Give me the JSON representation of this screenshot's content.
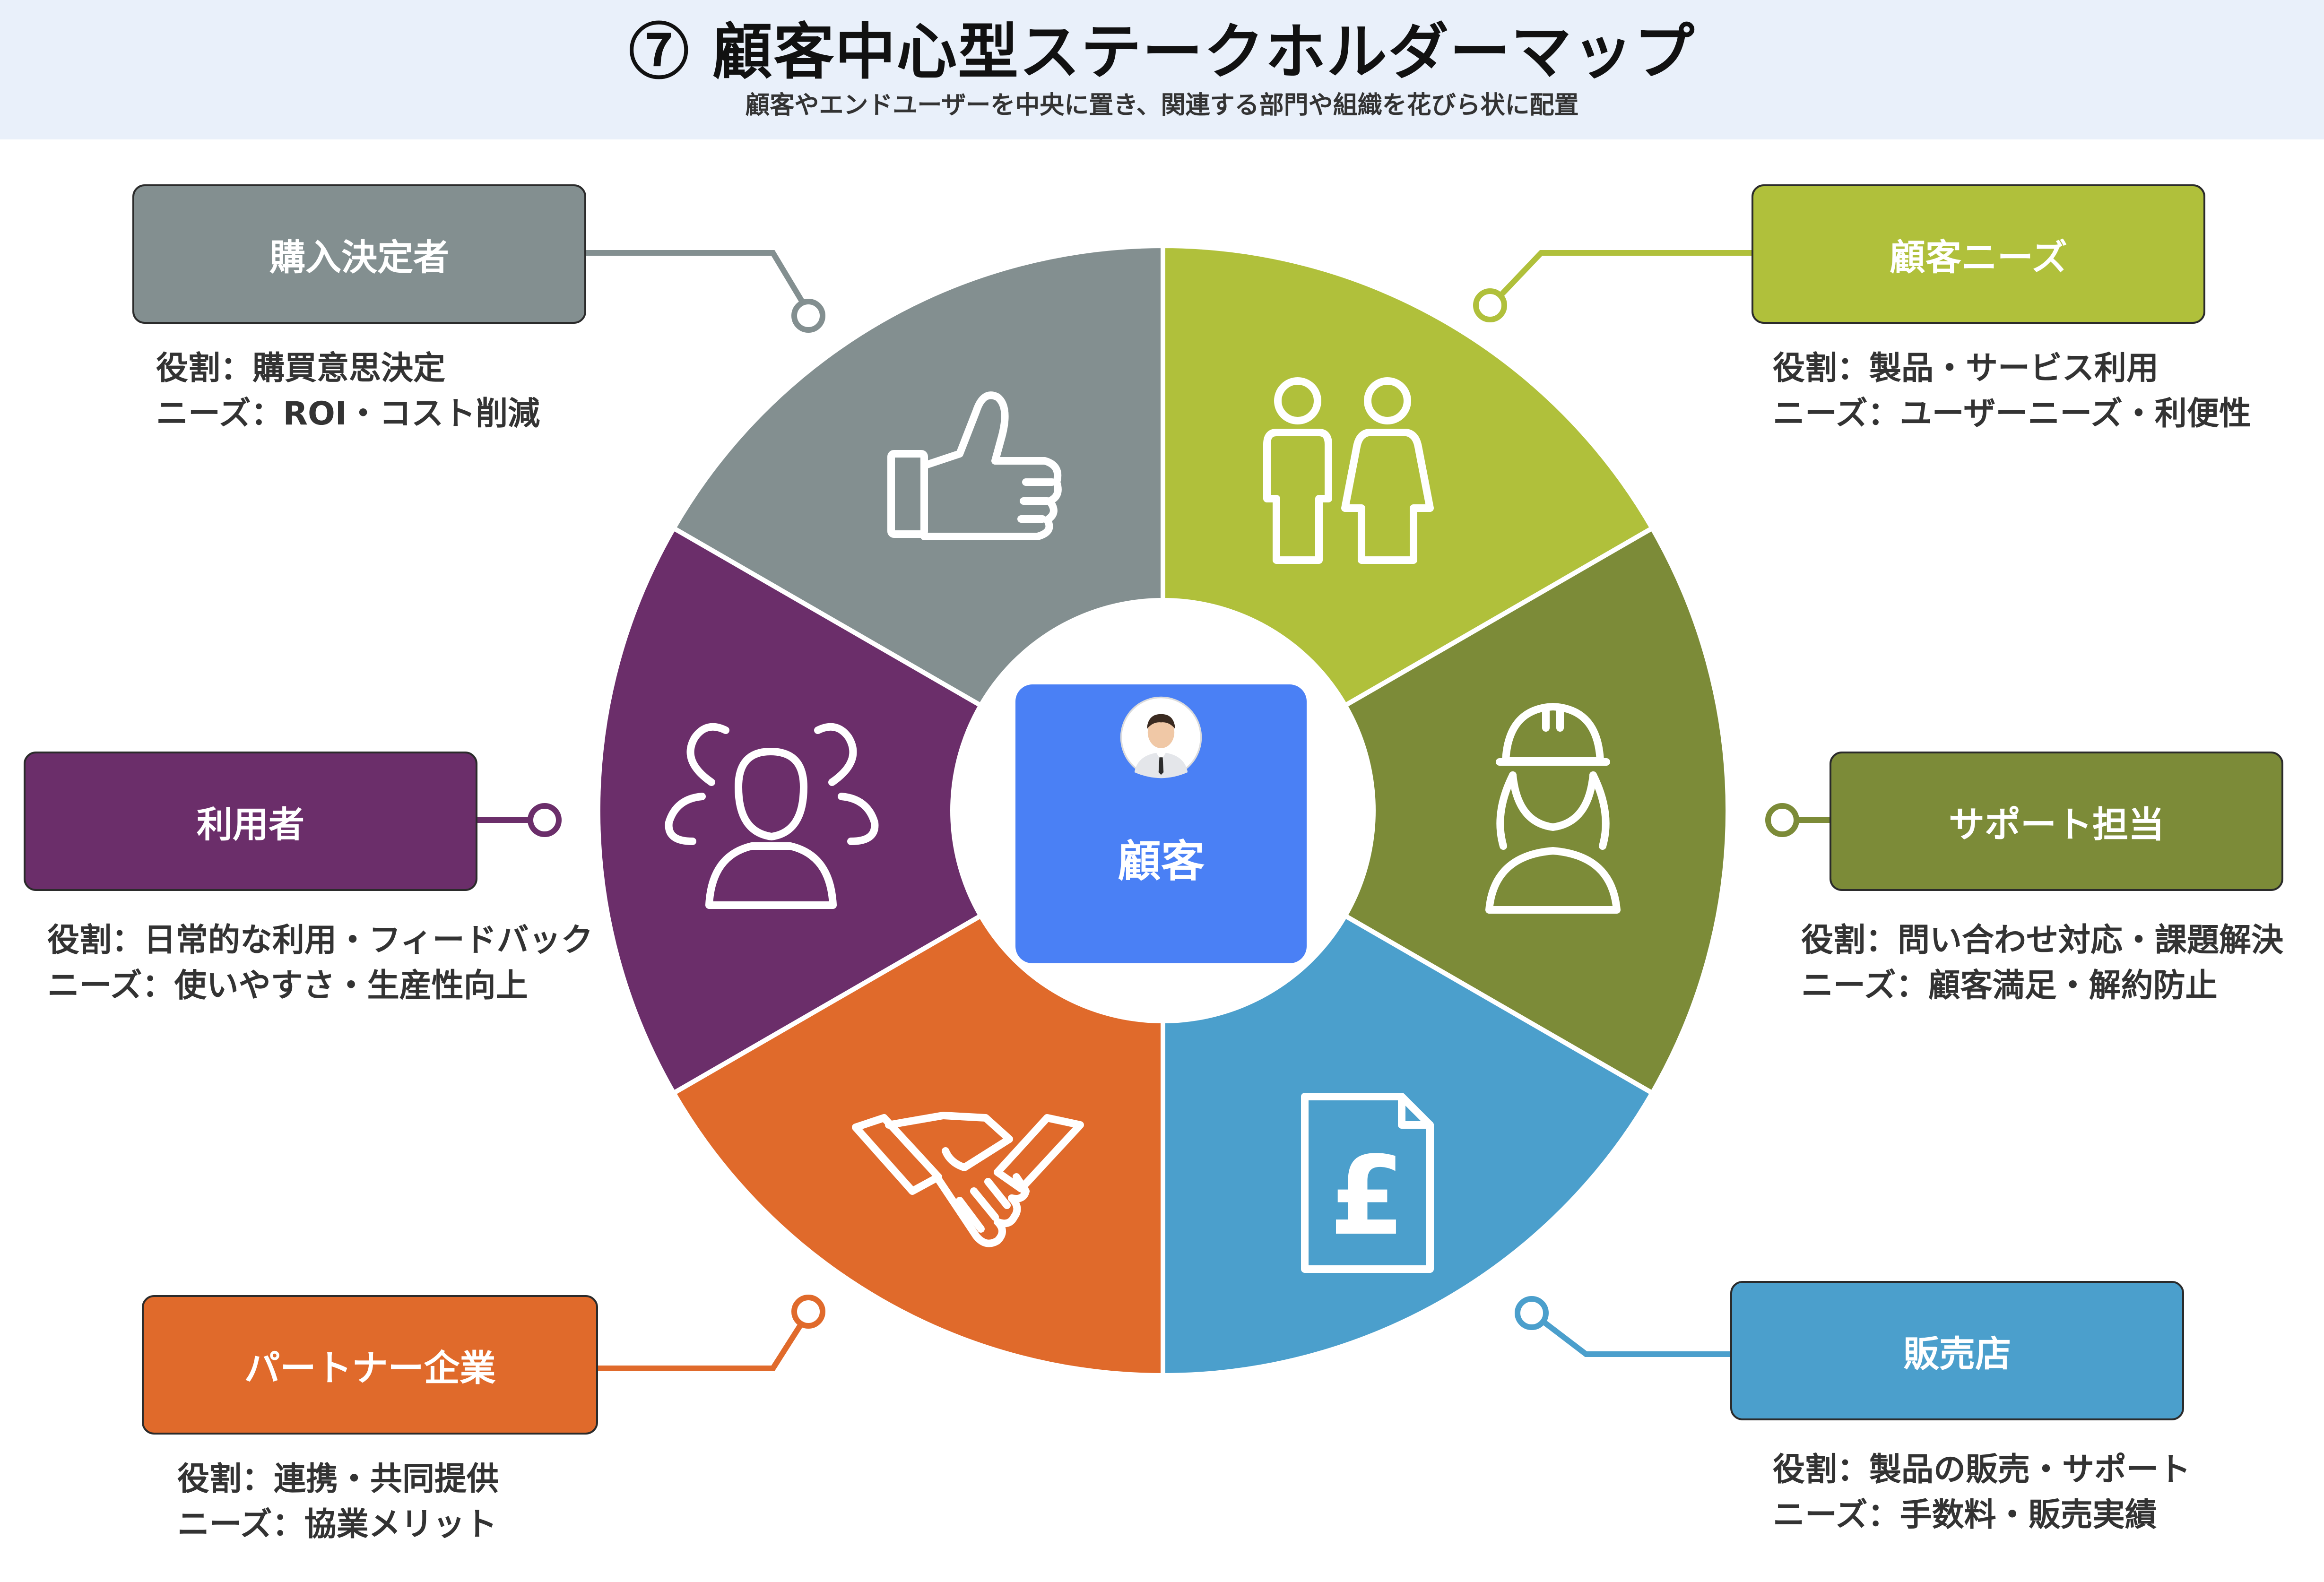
{
  "header": {
    "title": "⑦ 顧客中心型ステークホルダーマップ",
    "subtitle": "顧客やエンドユーザーを中央に置き、関連する部門や組織を花びら状に配置"
  },
  "center": {
    "label": "顧客",
    "icon": "person-avatar-icon"
  },
  "segments": [
    {
      "key": "buyer",
      "label": "購入決定者",
      "role": "役割：購買意思決定",
      "needs": "ニーズ：ROI・コスト削減",
      "color": "#838f90",
      "icon": "thumbs-up-icon"
    },
    {
      "key": "needs",
      "label": "顧客ニーズ",
      "role": "役割：製品・サービス利用",
      "needs": "ニーズ：ユーザーニーズ・利便性",
      "color": "#b0c03b",
      "icon": "people-icon"
    },
    {
      "key": "support",
      "label": "サポート担当",
      "role": "役割：問い合わせ対応・課題解決",
      "needs": "ニーズ：顧客満足・解約防止",
      "color": "#7c8b38",
      "icon": "support-worker-icon"
    },
    {
      "key": "retailer",
      "label": "販売店",
      "role": "役割：製品の販売・サポート",
      "needs": "ニーズ：手数料・販売実績",
      "color": "#4b9fcc",
      "icon": "pound-document-icon"
    },
    {
      "key": "partner",
      "label": "パートナー企業",
      "role": "役割：連携・共同提供",
      "needs": "ニーズ：協業メリット",
      "color": "#e06a2b",
      "icon": "handshake-icon"
    },
    {
      "key": "user",
      "label": "利用者",
      "role": "役割：日常的な利用・フィードバック",
      "needs": "ニーズ：使いやすさ・生産性向上",
      "color": "#6b2e6a",
      "icon": "user-group-icon"
    }
  ]
}
